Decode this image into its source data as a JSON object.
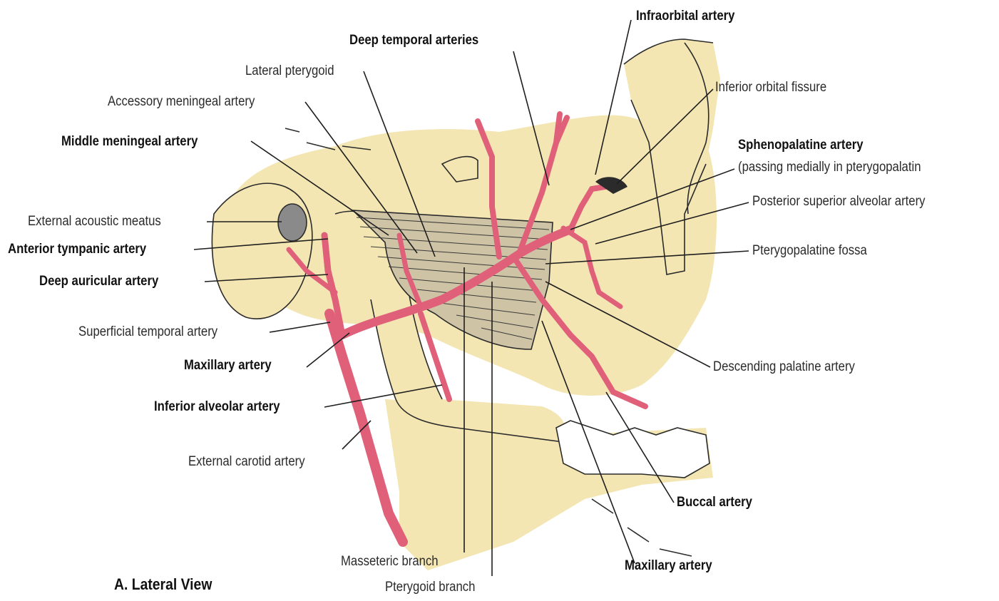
{
  "view_caption": "A. Lateral View",
  "labels": {
    "deep_temporal": "Deep temporal arteries",
    "lateral_pterygoid": "Lateral pterygoid",
    "accessory_meningeal": "Accessory meningeal artery",
    "middle_meningeal": "Middle meningeal artery",
    "external_acoustic": "External acoustic meatus",
    "anterior_tympanic": "Anterior tympanic artery",
    "deep_auricular": "Deep auricular artery",
    "superficial_temporal": "Superficial temporal artery",
    "maxillary_left": "Maxillary artery",
    "inferior_alveolar": "Inferior alveolar artery",
    "external_carotid": "External carotid artery",
    "masseteric": "Masseteric branch",
    "pterygoid_branch": "Pterygoid branch",
    "infraorbital": "Infraorbital artery",
    "inferior_orbital_fissure": "Inferior orbital fissure",
    "sphenopalatine": "Sphenopalatine artery",
    "sphenopalatine_note": "(passing medially in pterygopalatin",
    "posterior_superior_alveolar": "Posterior superior alveolar artery",
    "pterygopalatine_fossa": "Pterygopalatine fossa",
    "descending_palatine": "Descending palatine artery",
    "buccal": "Buccal artery",
    "maxillary_bottom": "Maxillary artery"
  },
  "colors": {
    "artery": "#e0607a",
    "bone": "#f3e6b3",
    "outline": "#2b2b2b",
    "text": "#222222"
  }
}
